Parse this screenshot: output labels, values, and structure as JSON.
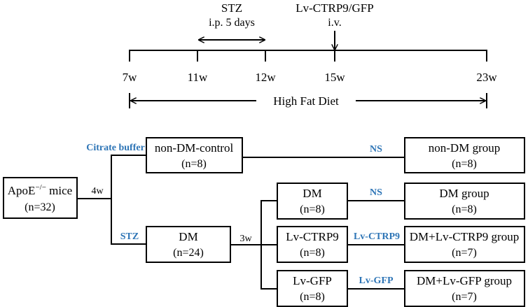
{
  "timeline": {
    "stz_title": "STZ",
    "stz_detail": "i.p.  5 days",
    "lv_title": "Lv-CTRP9/GFP",
    "lv_detail": "i.v.",
    "weeks": [
      "7w",
      "11w",
      "12w",
      "15w",
      "23w"
    ],
    "diet": "High Fat Diet"
  },
  "flow": {
    "root": {
      "name": "ApoE−/− mice",
      "name_main": "ApoE",
      "name_sup": "−/−",
      "name_tail": " mice",
      "n": "(n=32)"
    },
    "edge_4w": "4w",
    "edge_3w": "3w",
    "citrate_label": "Citrate buffer",
    "stz_label": "STZ",
    "non_dm_control": {
      "name": "non-DM-control",
      "n": "(n=8)"
    },
    "dm": {
      "name": "DM",
      "n": "(n=24)"
    },
    "dm_sub": {
      "name": "DM",
      "n": "(n=8)"
    },
    "lv_ctrp9": {
      "name": "Lv-CTRP9",
      "n": "(n=8)"
    },
    "lv_gfp": {
      "name": "Lv-GFP",
      "n": "(n=8)"
    },
    "ns_label_1": "NS",
    "ns_label_2": "NS",
    "lv_ctrp9_label": "Lv-CTRP9",
    "lv_gfp_label": "Lv-GFP",
    "non_dm_group": {
      "name": "non-DM group",
      "n": "(n=8)"
    },
    "dm_group": {
      "name": "DM group",
      "n": "(n=8)"
    },
    "dm_lv_ctrp9_group": {
      "name": "DM+Lv-CTRP9 group",
      "n": "(n=7)"
    },
    "dm_lv_gfp_group": {
      "name": "DM+Lv-GFP group",
      "n": "(n=7)"
    }
  }
}
